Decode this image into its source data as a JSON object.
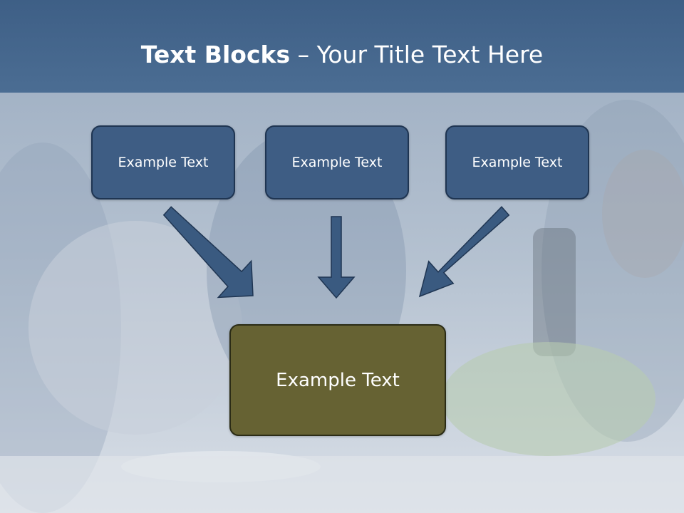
{
  "slide": {
    "title_bold": "Text Blocks",
    "title_dash": " – ",
    "title_rest": "Your Title Text Here"
  },
  "blocks": {
    "top": [
      {
        "label": "Example Text"
      },
      {
        "label": "Example Text"
      },
      {
        "label": "Example Text"
      }
    ],
    "bottom": {
      "label": "Example Text"
    }
  },
  "colors": {
    "header": "#4b6d93",
    "top_box": "#3e5d84",
    "bottom_box": "#666233",
    "arrow": "#3a5a80"
  }
}
